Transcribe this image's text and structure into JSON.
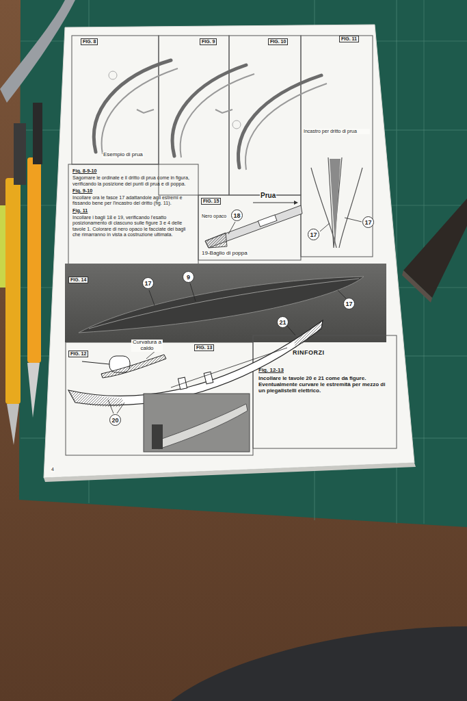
{
  "diagram": {
    "nodes": [
      {
        "text": [
          "Fig. 8-9-10",
          "Sagomare le ordinate e il dritto di prua come in figura, verificando la posizione dei punti di prua e di poppa.",
          "Fig. 9-10",
          "Incollare ora le fasce 17 adattandole agli estremi e fissando bene per l'incastro del dritto (fig. 11).",
          "Fig. 11",
          "Incollare i bagli 18 e 19, verificando l'esatto posizionamento di ciascuno sulle figure 3 e 4 delle tavole 1. Colorare di nero opaco le facciate dei bagli che rimarranno in vista a costruzione ultimata."
        ]
      },
      {
        "text": [
          "RINFORZI",
          "Fig. 12-13",
          "Incollare le tavole 20 e 21 come da figure. Eventualmente curvare le estremità per mezzo di un piegalistelli elettrico."
        ]
      }
    ],
    "labels": [
      "FIG. 8",
      "FIG. 9",
      "FIG. 10",
      "FIG. 11",
      "Esempio di prua",
      "Incastro per dritto di prua",
      "FIG. 15",
      "Prua",
      "Nero opaco",
      "18",
      "19-Baglio di poppa",
      "17",
      "17",
      "FIG. 14",
      "17",
      "9",
      "17",
      "21",
      "Curvatura a caldo",
      "FIG. 12",
      "FIG. 13",
      "20",
      "4"
    ]
  }
}
